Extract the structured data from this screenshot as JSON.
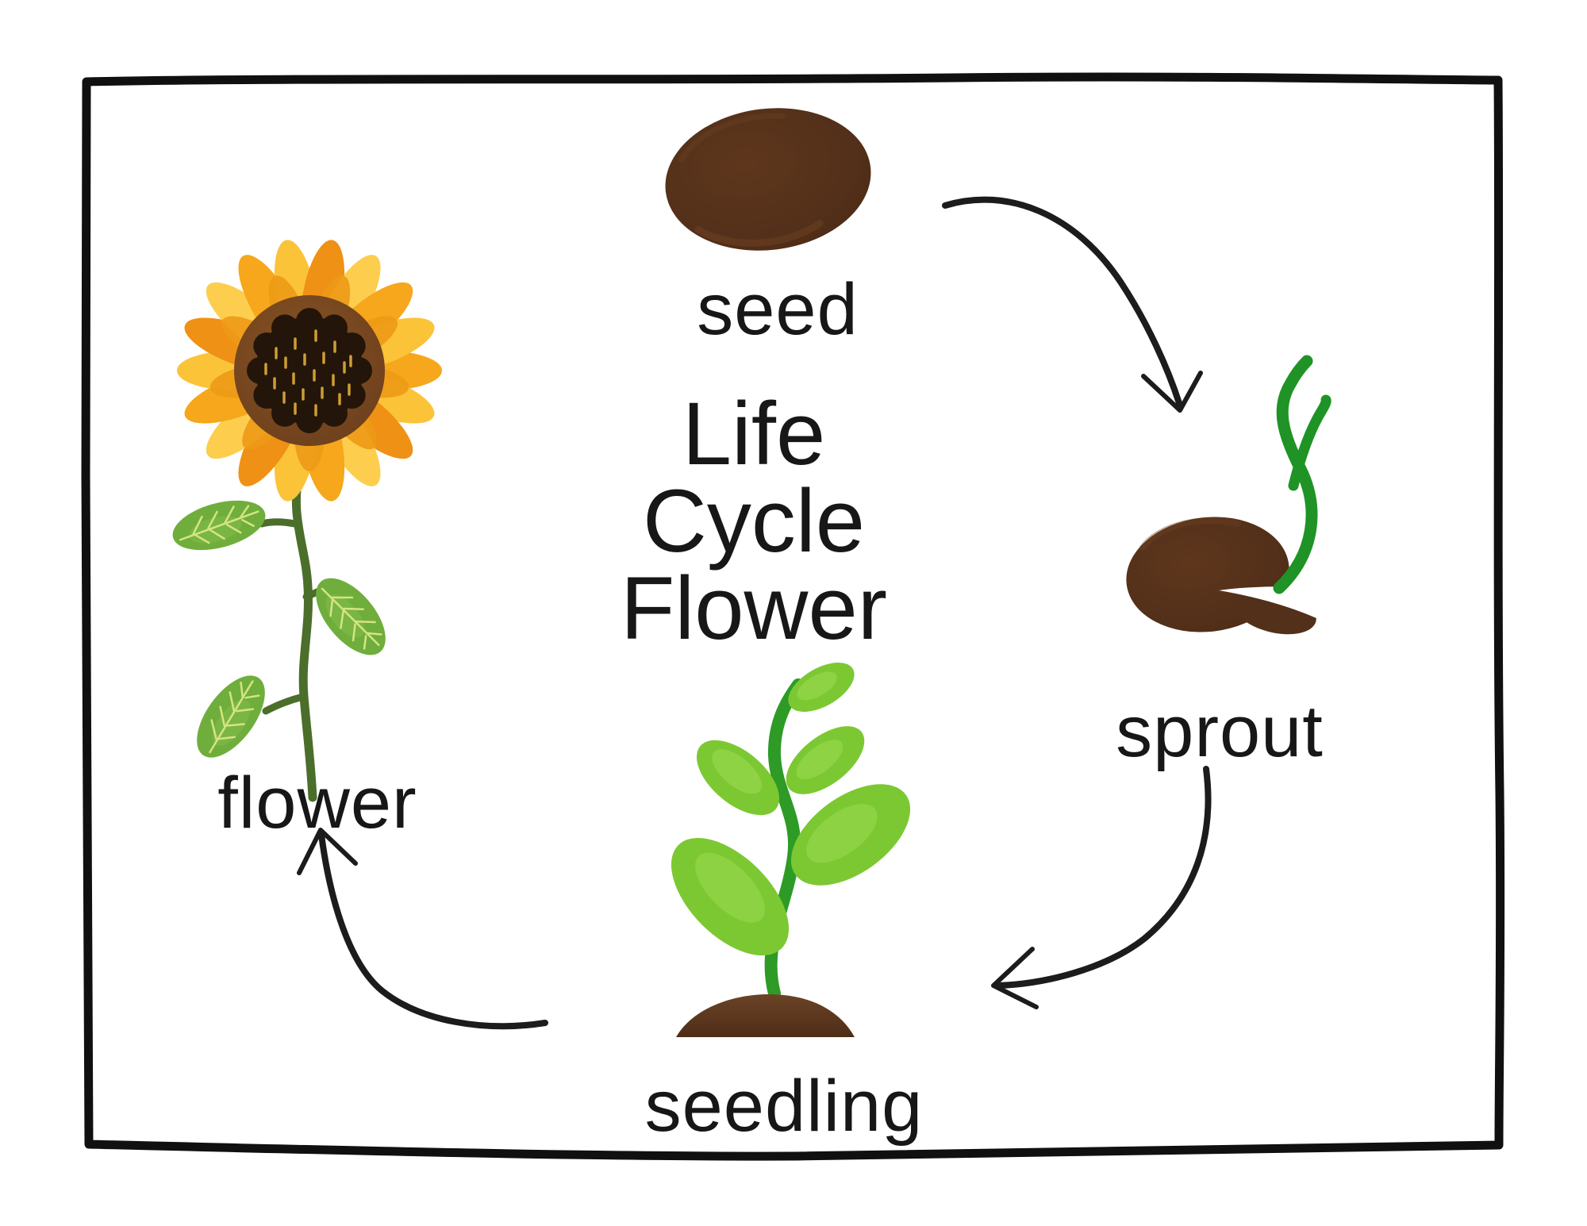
{
  "diagram": {
    "title_lines": [
      "Life",
      "Cycle",
      "Flower"
    ],
    "title_text": "Life Cycle Flower",
    "stages": [
      {
        "id": "seed",
        "label": "seed",
        "icon": "seed-illustration"
      },
      {
        "id": "sprout",
        "label": "sprout",
        "icon": "sprout-illustration"
      },
      {
        "id": "seedling",
        "label": "seedling",
        "icon": "seedling-illustration"
      },
      {
        "id": "flower",
        "label": "flower",
        "icon": "flower-illustration"
      }
    ],
    "arrows": [
      {
        "from": "seed",
        "to": "sprout"
      },
      {
        "from": "sprout",
        "to": "seedling"
      },
      {
        "from": "seedling",
        "to": "flower"
      }
    ],
    "colors": {
      "background": "#FFFFFF",
      "ink": "#1C1C1C",
      "frame": "#101010",
      "seed_brown": "#54301A",
      "seed_brown_dark": "#4C2A12",
      "seed_brown_light": "#6F4121",
      "sprout_shoot_green": "#1F9325",
      "seedling_leaf_green": "#7CC832",
      "seedling_leaf_highlight": "#97D84E",
      "seedling_stem_green": "#2D9B26",
      "soil_brown_top": "#6B4326",
      "soil_brown_bottom": "#4E2D17",
      "petal_orange": "#F6A71B",
      "petal_yellow": "#FBC338",
      "petal_deep_orange": "#EF9114",
      "petal_light_yellow": "#FDCE4E",
      "petal_inner_orange": "#ED9A16",
      "disc_ring_brown": "#7B4A21",
      "disc_center_dark": "#231509",
      "disc_seed_yellow": "#DFAD3A",
      "flower_leaf_green": "#6FAE3C",
      "flower_leaf_vein": "#D6E383",
      "flower_stem_green": "#4B6E2B"
    }
  }
}
